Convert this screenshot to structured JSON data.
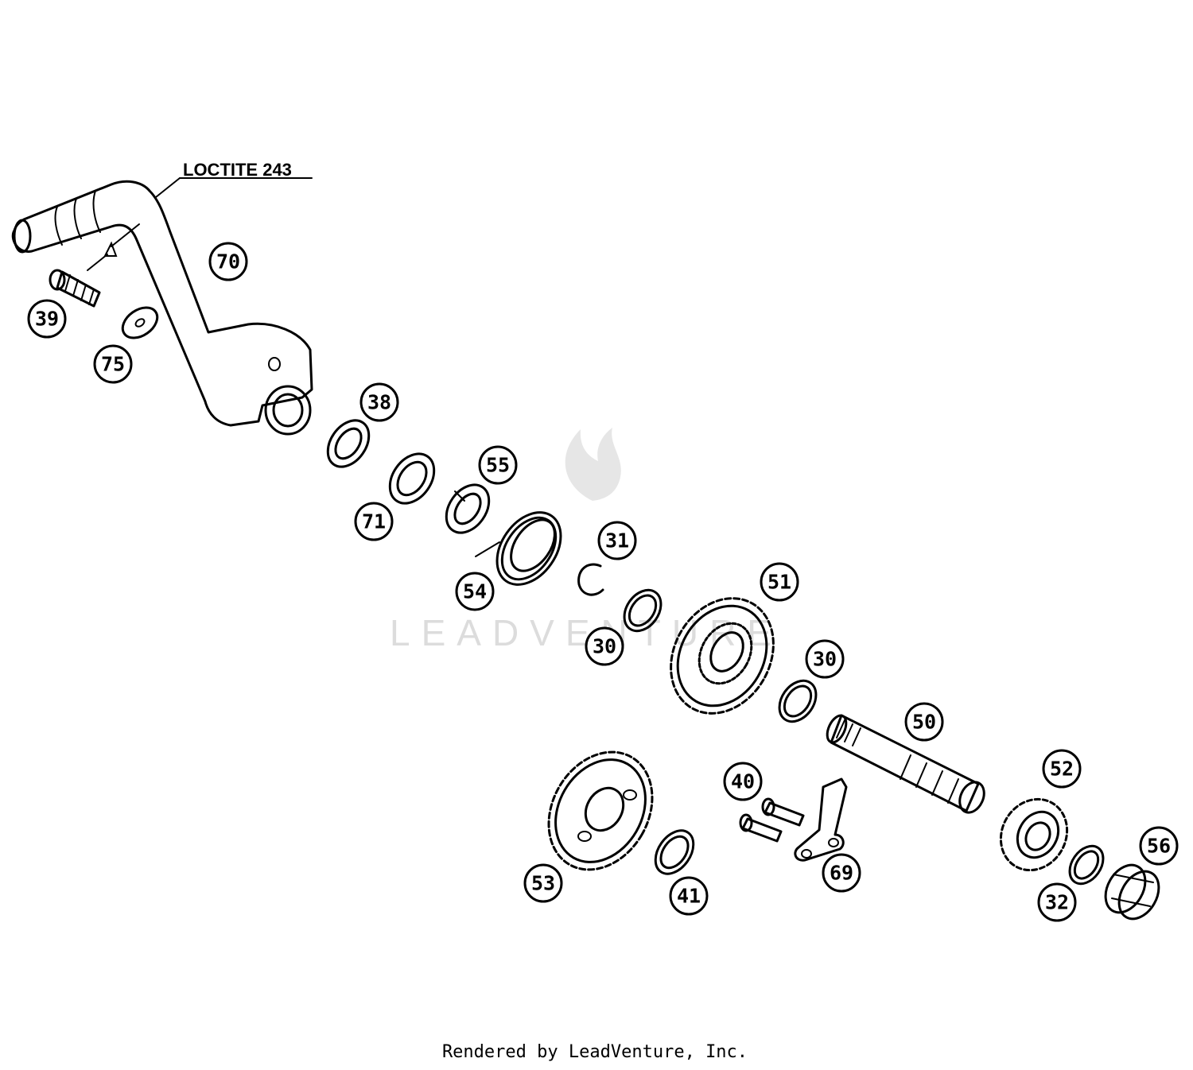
{
  "note": {
    "text": "LOCTITE 243"
  },
  "watermark": {
    "text": "LEADVENTURE"
  },
  "footer": {
    "text": "Rendered by LeadVenture, Inc."
  },
  "callouts": [
    {
      "id": "c70",
      "label": "70"
    },
    {
      "id": "c39",
      "label": "39"
    },
    {
      "id": "c75",
      "label": "75"
    },
    {
      "id": "c38",
      "label": "38"
    },
    {
      "id": "c55",
      "label": "55"
    },
    {
      "id": "c71",
      "label": "71"
    },
    {
      "id": "c31",
      "label": "31"
    },
    {
      "id": "c54",
      "label": "54"
    },
    {
      "id": "c51",
      "label": "51"
    },
    {
      "id": "c30a",
      "label": "30"
    },
    {
      "id": "c30b",
      "label": "30"
    },
    {
      "id": "c50",
      "label": "50"
    },
    {
      "id": "c40",
      "label": "40"
    },
    {
      "id": "c52",
      "label": "52"
    },
    {
      "id": "c56",
      "label": "56"
    },
    {
      "id": "c69",
      "label": "69"
    },
    {
      "id": "c53",
      "label": "53"
    },
    {
      "id": "c41",
      "label": "41"
    },
    {
      "id": "c32",
      "label": "32"
    }
  ]
}
